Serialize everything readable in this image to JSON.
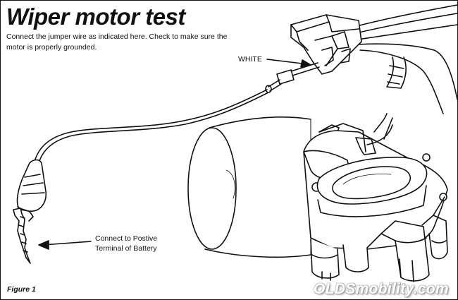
{
  "title": "Wiper motor test",
  "instructions": "Connect the jumper wire as indicated here.  Check to make sure the motor is properly grounded.",
  "labels": {
    "white": "WHITE",
    "battery_line1": "Connect to Postive",
    "battery_line2": "Terminal of Battery"
  },
  "figure_caption": "Figure 1",
  "watermark": "OLDSmobility.com",
  "colors": {
    "line": "#111111",
    "paper": "#ffffff"
  }
}
